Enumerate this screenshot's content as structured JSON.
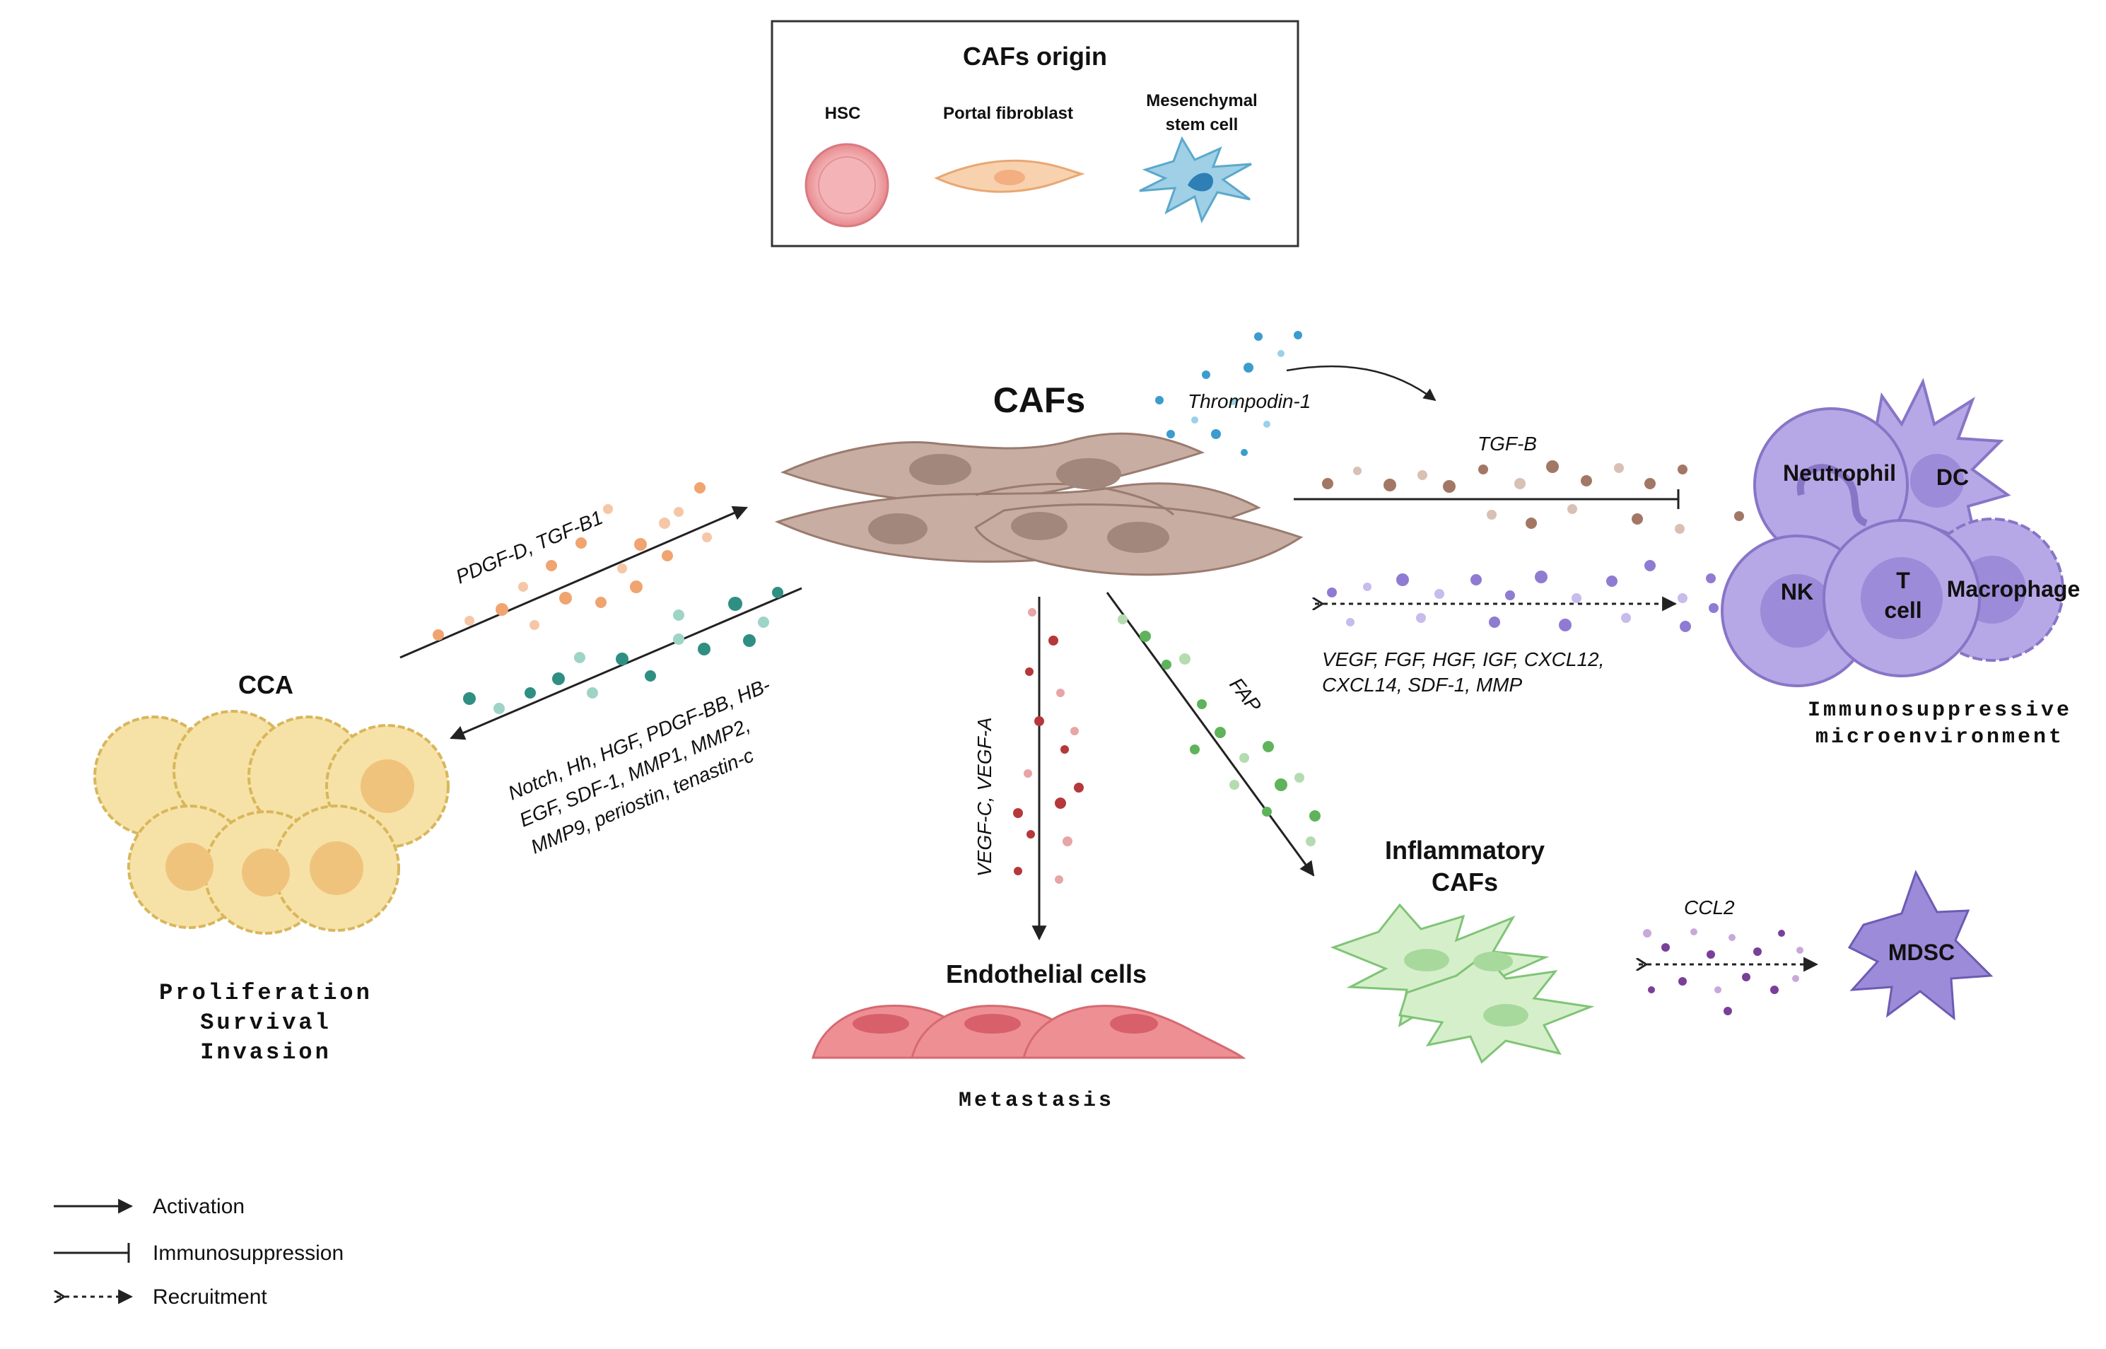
{
  "origin_box": {
    "title": "CAFs origin",
    "hsc": "HSC",
    "portal_fibroblast": "Portal fibroblast",
    "msc_line1": "Mesenchymal",
    "msc_line2": "stem cell"
  },
  "cafs_label": "CAFs",
  "cca": {
    "label": "CCA",
    "outcome_line1": "Proliferation",
    "outcome_line2": "Survival",
    "outcome_line3": "Invasion"
  },
  "arrows": {
    "to_cafs_factors": "PDGF-D, TGF-B1",
    "to_cca_line1": "Notch,  Hh,  HGF,  PDGF-BB,  HB-",
    "to_cca_line2": "EGF,  SDF-1,   MMP1,   MMP2,",
    "to_cca_line3": "MMP9, periostin, tenastin-c",
    "thrompodin": "Thrompodin-1",
    "tgfb": "TGF-B",
    "recruit_line1": "VEGF, FGF, HGF, IGF, CXCL12,",
    "recruit_line2": "CXCL14, SDF-1, MMP",
    "vegf": "VEGF-C, VEGF-A",
    "fap": "FAP",
    "ccl2": "CCL2"
  },
  "immune": {
    "neutrophil": "Neutrophil",
    "dc": "DC",
    "nk": "NK",
    "t_line1": "T",
    "t_line2": "cell",
    "macrophage": "Macrophage",
    "caption_line1": "Immunosuppressive",
    "caption_line2": "microenvironment"
  },
  "endothelial": {
    "label": "Endothelial cells",
    "caption": "Metastasis"
  },
  "inflammatory": {
    "line1": "Inflammatory",
    "line2": "CAFs"
  },
  "mdsc": "MDSC",
  "legend": {
    "activation": "Activation",
    "immunosuppression": "Immunosuppression",
    "recruitment": "Recruitment"
  },
  "colors": {
    "caf_fill": "#c9afa4",
    "cca_fill": "#f6e2a6",
    "immune_fill": "#b6a8e6",
    "endo_fill": "#ee8f94",
    "icaf_fill": "#d6efcb"
  }
}
